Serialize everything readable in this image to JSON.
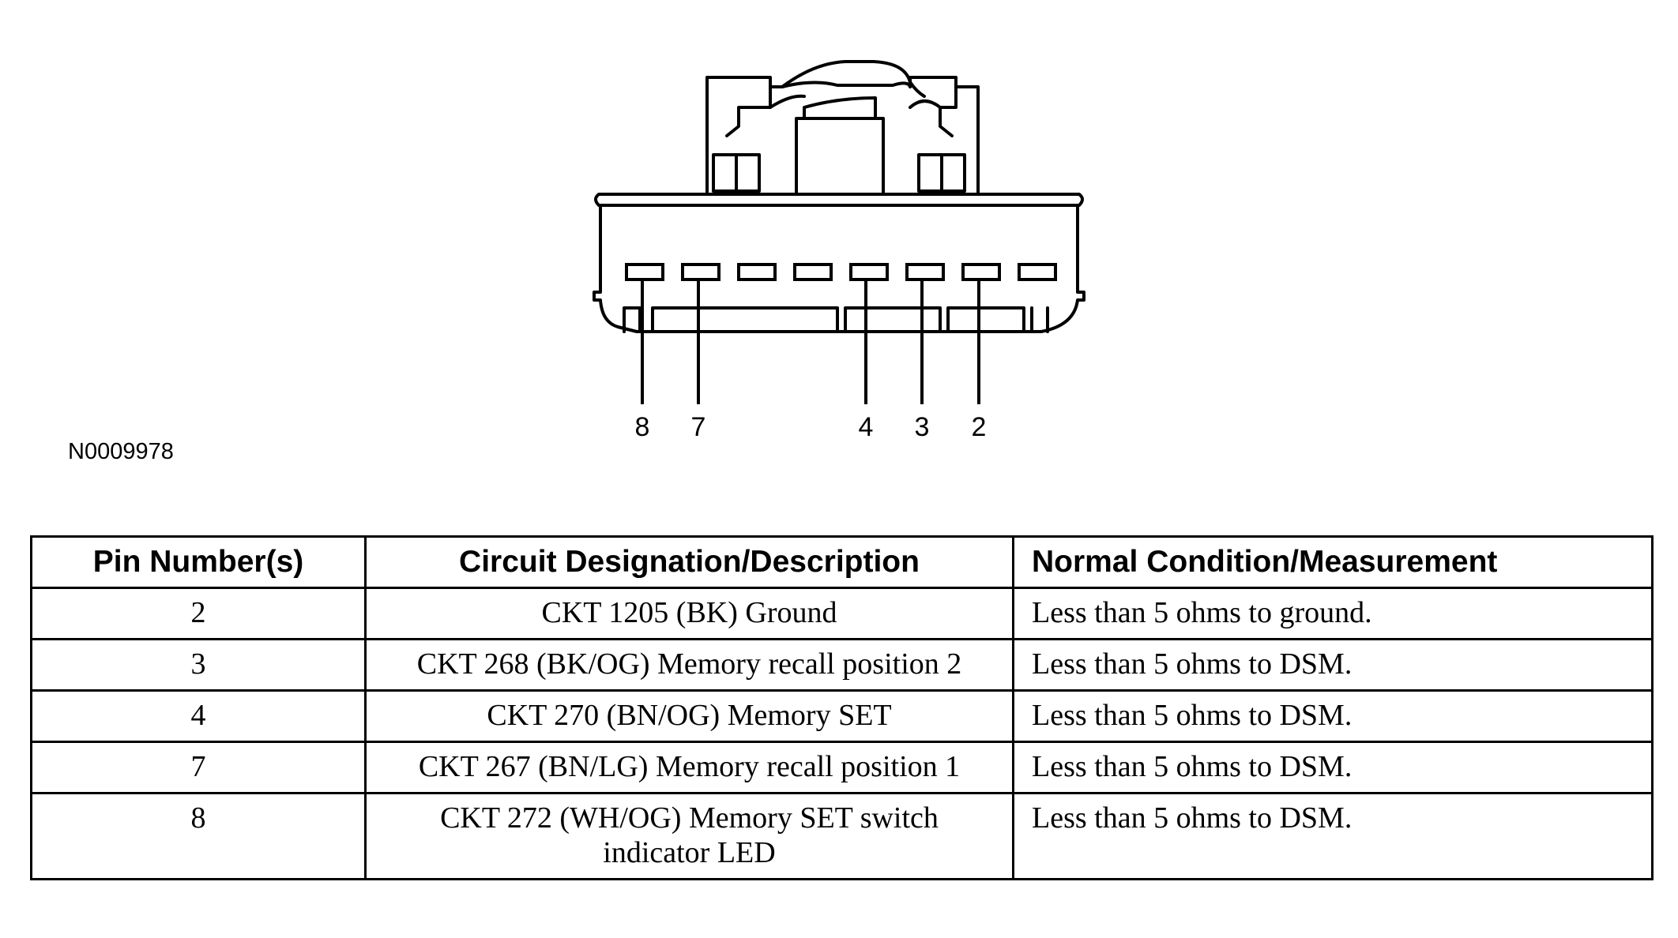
{
  "figure_id": "N0009978",
  "connector": {
    "callout_pins": [
      "8",
      "7",
      "4",
      "3",
      "2"
    ]
  },
  "table": {
    "headers": [
      "Pin Number(s)",
      "Circuit Designation/Description",
      "Normal Condition/Measurement"
    ],
    "rows": [
      {
        "pin": "2",
        "circuit": "CKT 1205 (BK) Ground",
        "condition": "Less than 5 ohms to ground."
      },
      {
        "pin": "3",
        "circuit": "CKT 268 (BK/OG) Memory recall position 2",
        "condition": "Less than 5 ohms to DSM."
      },
      {
        "pin": "4",
        "circuit": "CKT 270 (BN/OG) Memory SET",
        "condition": "Less than 5 ohms to DSM."
      },
      {
        "pin": "7",
        "circuit": "CKT 267 (BN/LG) Memory recall position 1",
        "condition": "Less than 5 ohms to DSM."
      },
      {
        "pin": "8",
        "circuit": "CKT 272 (WH/OG) Memory SET switch indicator LED",
        "condition": "Less than 5 ohms to DSM."
      }
    ]
  }
}
